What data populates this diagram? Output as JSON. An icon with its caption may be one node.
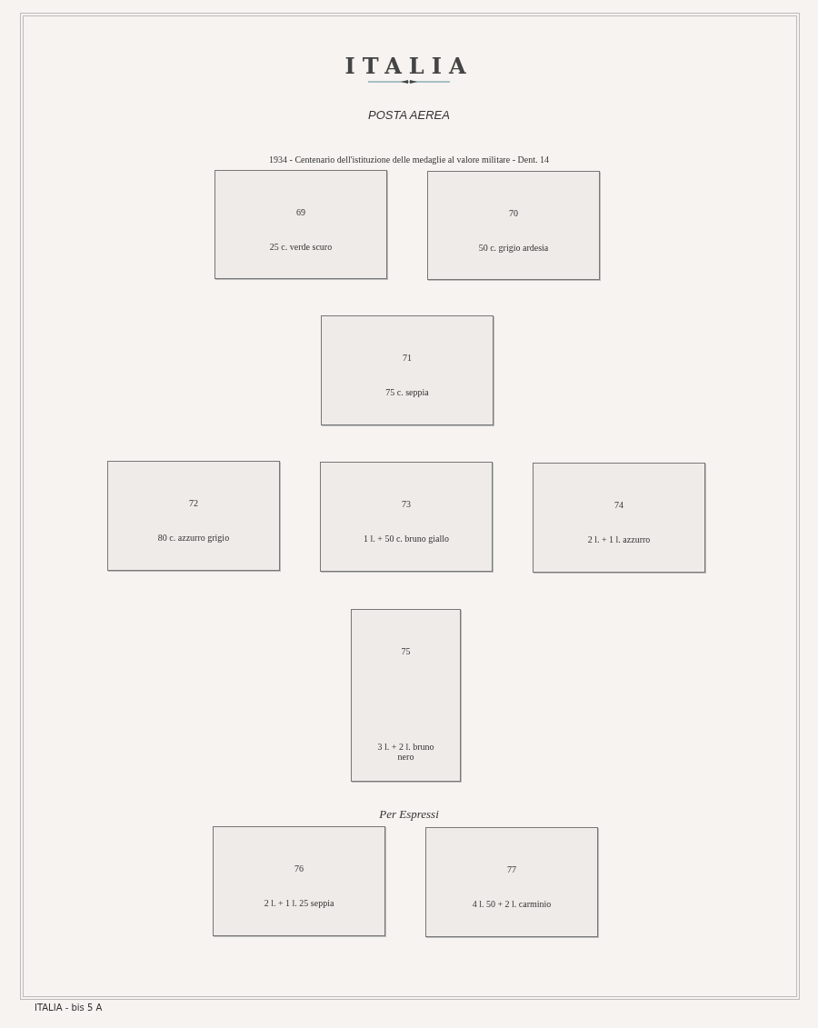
{
  "diagram": {
    "title": "ITALIA",
    "nodes": [
      {
        "text": [
          "69",
          "25 c. verde scuro"
        ]
      },
      {
        "text": [
          "70",
          "50 c. grigio ardesia"
        ]
      },
      {
        "text": [
          "71",
          "75 c. seppia"
        ]
      },
      {
        "text": [
          "72",
          "80 c. azzurro grigio"
        ]
      },
      {
        "text": [
          "73",
          "1 l. + 50 c. bruno giallo"
        ]
      },
      {
        "text": [
          "74",
          "2 l. + 1 l. azzurro"
        ]
      },
      {
        "text": [
          "75",
          "3 l. + 2 l. bruno nero"
        ]
      },
      {
        "text": [
          "76",
          "2 l. + 1 l. 25 seppia"
        ]
      },
      {
        "text": [
          "77",
          "4 l. 50 + 2 l. carminio"
        ]
      }
    ],
    "edges": [],
    "labels": [
      "POSTA AEREA",
      "1934 - Centenario dell'istituzione delle medaglie al valore militare - Dent. 14",
      "Per Espressi",
      "ITALIA - bis 5 A"
    ]
  }
}
